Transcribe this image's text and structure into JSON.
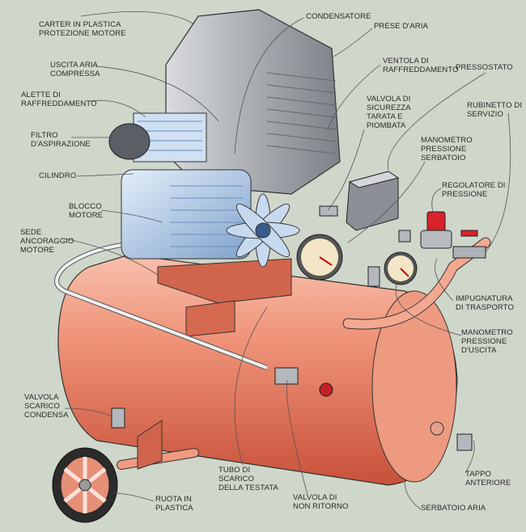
{
  "title": "Compressore d'aria",
  "labels": {
    "carter": "CARTER IN PLASTICA\nPROTEZIONE MOTORE",
    "condensatore": "CONDENSATORE",
    "prese_aria": "PRESE D'ARIA",
    "uscita_aria": "USCITA ARIA\nCOMPRESSA",
    "ventola": "VENTOLA DI\nRAFFREDDAMENTO",
    "pressostato": "PRESSOSTATO",
    "alette": "ALETTE DI\nRAFFREDDAMENTO",
    "valvola_sicurezza": "VALVOLA DI\nSICUREZZA\nTARATA E\nPIOMBATA",
    "rubinetto": "RUBINETTO DI\nSERVIZIO",
    "filtro": "FILTRO\nD'ASPIRAZIONE",
    "manometro_serbatoio": "MANOMETRO\nPRESSIONE\nSERBATOIO",
    "cilindro": "CILINDRO",
    "regolatore": "REGOLATORE DI\nPRESSIONE",
    "blocco_motore": "BLOCCO\nMOTORE",
    "sede_ancoraggio": "SEDE\nANCORAGGIO\nMOTORE",
    "impugnatura": "IMPUGNATURA\nDI TRASPORTO",
    "manometro_uscita": "MANOMETRO\nPRESSIONE\nD'USCITA",
    "valvola_scarico": "VALVOLA\nSCARICO\nCONDENSA",
    "tubo_scarico": "TUBO DI\nSCARICO\nDELLA TESTATA",
    "valvola_non_ritorno": "VALVOLA DI\nNON RITORNO",
    "ruota": "RUOTA IN\nPLASTICA",
    "tappo": "TAPPO\nANTERIORE",
    "serbatoio": "SERBATOIO ARIA"
  },
  "colors": {
    "background": "#cfd6ca",
    "tank": "#f09a80",
    "housing": "#b9bcc0",
    "motor": "#a9c4e4",
    "regulator": "#d8232a"
  }
}
